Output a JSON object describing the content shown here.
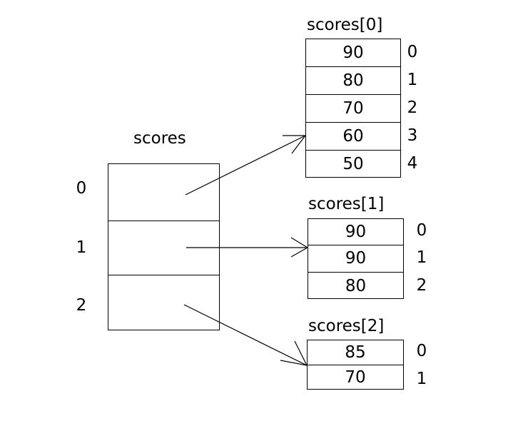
{
  "diagram": {
    "title_main": "scores",
    "main_array": {
      "name": "scores",
      "indices": [
        "0",
        "1",
        "2"
      ],
      "cells": [
        "",
        "",
        ""
      ]
    },
    "sub_arrays": [
      {
        "title": "scores[0]",
        "values": [
          "90",
          "80",
          "70",
          "60",
          "50"
        ],
        "indices": [
          "0",
          "1",
          "2",
          "3",
          "4"
        ]
      },
      {
        "title": "scores[1]",
        "values": [
          "90",
          "90",
          "80"
        ],
        "indices": [
          "0",
          "1",
          "2"
        ]
      },
      {
        "title": "scores[2]",
        "values": [
          "85",
          "70"
        ],
        "indices": [
          "0",
          "1"
        ]
      }
    ],
    "colors": {
      "stroke": "#000000",
      "background": "#ffffff",
      "text": "#000000"
    }
  }
}
